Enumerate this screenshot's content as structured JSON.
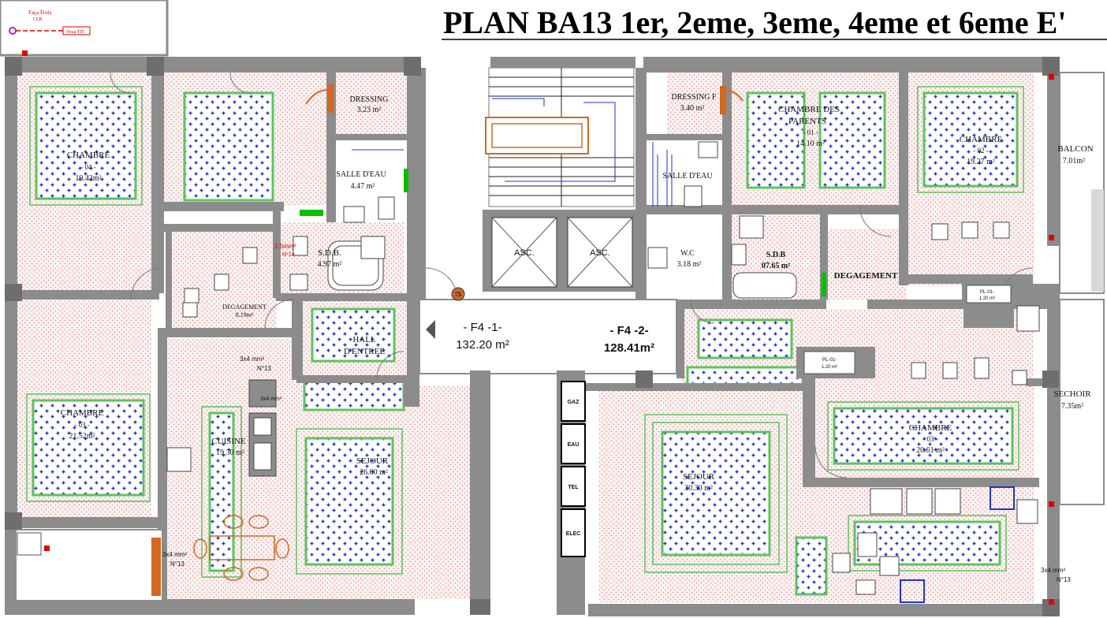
{
  "title": "PLAN BA13 1er, 2eme, 3eme, 4eme et 6eme  E'",
  "legend": {
    "top": "Faça Frois",
    "sub": "CLR",
    "tag": "Vesa TD"
  },
  "apartments": [
    {
      "name": "- F4 -1-",
      "area": "132.20 m²"
    },
    {
      "name": "- F4 -2-",
      "area": "128.41m²"
    }
  ],
  "rooms": {
    "chambre_04": {
      "name": "CHAMBRE",
      "num": "- 04 -",
      "area": "19.42m²"
    },
    "chambre_03": {
      "name": "CHAMBRE",
      "num": "- 03 -",
      "area": "21.52m²"
    },
    "dressing_1": {
      "name": "DRESSING",
      "area": "3.23 m²"
    },
    "salle_eau_1": {
      "name": "SALLE D'EAU",
      "area": "4.47 m²"
    },
    "sdb_1": {
      "name": "S.D.B.",
      "area": "4.97 m²"
    },
    "degagement_1": {
      "name": "DEGAGEMENT",
      "area": "8.19m²"
    },
    "hall": {
      "name1": "HALL",
      "name2": "D'ENTREE"
    },
    "cuisine": {
      "name": "CUISINE",
      "area": "19.30 m²"
    },
    "sejour_1": {
      "name": "SEJOUR",
      "area": "26.60 m²"
    },
    "dressing_f": {
      "name": "DRESSING F",
      "area": "3.40 m²"
    },
    "salle_eau_2": {
      "name": "SALLE D'EAU"
    },
    "chambre_parents": {
      "name1": "CHAMBRE DES",
      "name2": "PARENTS",
      "num": "- 01 -",
      "area": "14.10 m²"
    },
    "chambre_02": {
      "name": "CHAMBRE",
      "num": "- 02 -",
      "area": "19.27 m²"
    },
    "balcon": {
      "name": "BALCON",
      "area": "7.01m²"
    },
    "wc": {
      "name": "W.C",
      "area": "3.18 m²"
    },
    "sdb_2": {
      "name": "S.D.B",
      "area": "07.65 m²"
    },
    "degagement_2": {
      "name": "DEGAGEMENT"
    },
    "sechoir": {
      "name": "SECHOIR",
      "area": "7.35m²"
    },
    "chambre_03b": {
      "name": "CHAMBRE",
      "num": "- 03 -",
      "area": "20.61 m²"
    },
    "sejour_2": {
      "name": "SEJOUR",
      "area": "30.30 m²"
    }
  },
  "lifts": [
    "ASC.",
    "ASC."
  ],
  "gaines": [
    "GAZ",
    "EAU",
    "TEL",
    "ELEC"
  ],
  "notes": {
    "flue_1": "3x4 mm²",
    "flue_1b": "N°13",
    "flue_2": "3x4 mm²",
    "flue_3": "3x4 mm²",
    "flue_3b": "N°13",
    "flue_4": "3x4 mm²",
    "flue_4b": "N°13",
    "red_note": "2.5mm²",
    "red_note_b": "N°14",
    "marker": "75",
    "pl1": "PL-01-",
    "pl1b": "1.20 m²",
    "pl2": "PL-01-",
    "pl2b": "1.20 m²"
  },
  "colors": {
    "wall": "#8c8c8c",
    "hatch": "#e9a7a7",
    "carpet": "#1f2fd6",
    "frame": "#5ec35e",
    "stair": "#d2691e"
  }
}
